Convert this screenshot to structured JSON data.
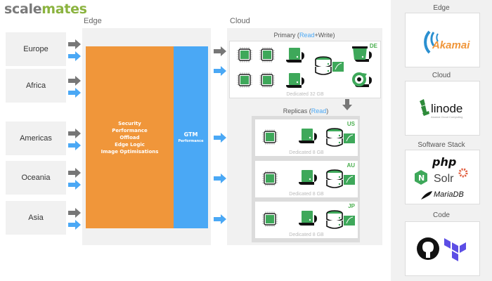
{
  "logo": {
    "part1": "scale",
    "part2": "mates"
  },
  "edge": {
    "label": "Edge",
    "regions": [
      "Europe",
      "Africa",
      "Americas",
      "Oceania",
      "Asia"
    ],
    "orange_block": {
      "lines": [
        "Security",
        "Performance",
        "Offload",
        "Edge Logic",
        "Image Optimisations"
      ],
      "color": "#f0963a"
    },
    "gtm_block": {
      "title": "GTM",
      "subtitle": "Performance",
      "color": "#4aa8f5"
    }
  },
  "cloud": {
    "label": "Cloud",
    "primary": {
      "title_prefix": "Primary (",
      "read": "Read",
      "title_suffix": "+Write)",
      "region_tag": "DE",
      "memory": "Dedicated 32 GB"
    },
    "replicas": {
      "title_prefix": "Replicas (",
      "read": "Read",
      "title_suffix": ")",
      "items": [
        {
          "region_tag": "US",
          "memory": "Dedicated 8 GB"
        },
        {
          "region_tag": "AU",
          "memory": "Dedicated 8 GB"
        },
        {
          "region_tag": "JP",
          "memory": "Dedicated 8 GB"
        }
      ]
    }
  },
  "sidebar": {
    "sections": [
      {
        "label": "Edge",
        "content": "Akamai"
      },
      {
        "label": "Cloud",
        "content": "linode",
        "sub": "Akamai Cloud Computing"
      },
      {
        "label": "Software Stack",
        "php": "php",
        "solr": "Solr",
        "mariadb": "MariaDB",
        "nginx": "N"
      },
      {
        "label": "Code"
      }
    ]
  },
  "colors": {
    "green": "#3ea85a",
    "gray_arrow": "#777777",
    "blue_arrow": "#4aa8f5",
    "panel": "#f1f1f1"
  }
}
